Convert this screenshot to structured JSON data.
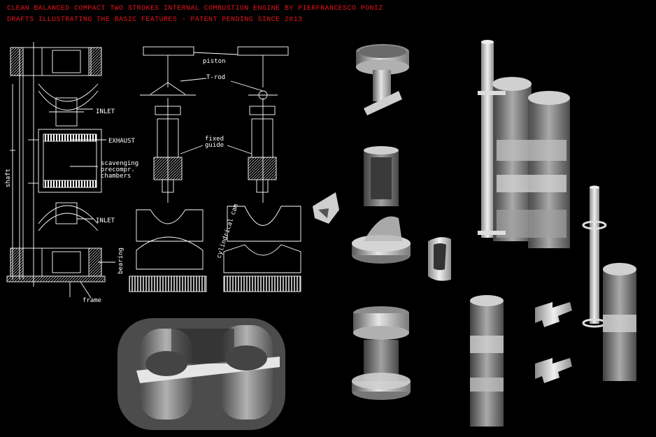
{
  "header": {
    "title_line1": "CLEAN BALANCED COMPACT TWO STROKES INTERNAL COMBUSTION ENGINE BY PIERFRANCESCO PONIZ",
    "title_line2": "DRAFTS ILLUSTRATING THE BASIC FEATURES - PATENT PENDING SINCE 2013"
  },
  "labels": {
    "shaft": "shaft",
    "inlet_top": "INLET",
    "exhaust": "EXHAUST",
    "scavenging_1": "scavenging",
    "scavenging_2": "precompr.",
    "scavenging_3": "chambers",
    "inlet_bottom": "INLET",
    "bearing": "bearing",
    "frame": "frame",
    "piston": "piston",
    "t_rod": "T-rod",
    "fixed_1": "fixed",
    "fixed_2": "guide",
    "cylindrical_cam": "cylindrical cam"
  },
  "colors": {
    "background": "#000000",
    "title_red": "#e8141c",
    "line_white": "#ffffff",
    "part_light": "#d9d9d9",
    "part_mid": "#a6a6a6",
    "part_dark": "#6e6e6e"
  }
}
